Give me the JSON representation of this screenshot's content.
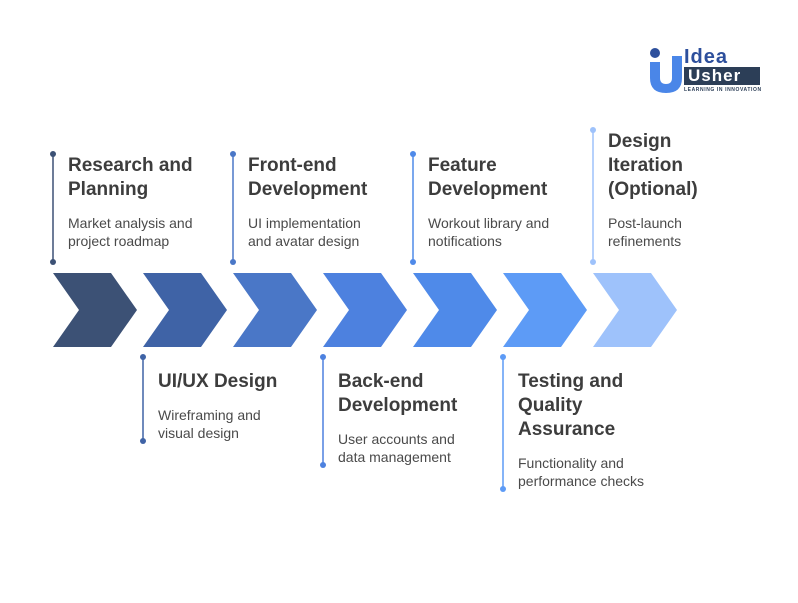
{
  "logo": {
    "word1": "Idea",
    "word2": "Usher",
    "tagline": "LEARNING IN INNOVATION"
  },
  "colors": {
    "chevrons": [
      "#3c5175",
      "#3f63a6",
      "#4a77c7",
      "#4d81df",
      "#4f8ae9",
      "#5d9bf6",
      "#9ec2fb"
    ]
  },
  "steps": [
    {
      "title": "Research and\nPlanning",
      "description": "Market analysis and\nproject roadmap"
    },
    {
      "title": "UI/UX Design",
      "description": "Wireframing and\nvisual design"
    },
    {
      "title": "Front-end\nDevelopment",
      "description": "UI implementation\nand avatar design"
    },
    {
      "title": "Back-end\nDevelopment",
      "description": "User accounts and\ndata management"
    },
    {
      "title": "Feature\nDevelopment",
      "description": "Workout library and\nnotifications"
    },
    {
      "title": "Testing and\nQuality\nAssurance",
      "description": "Functionality and\nperformance checks"
    },
    {
      "title": "Design\nIteration\n(Optional)",
      "description": "Post-launch\nrefinements"
    }
  ]
}
